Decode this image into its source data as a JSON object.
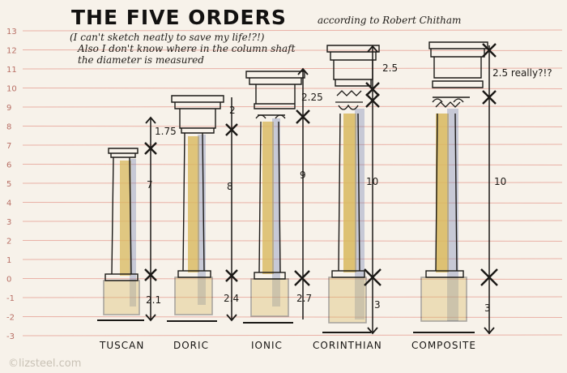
{
  "header": {
    "title": "THE FIVE ORDERS",
    "subtitle": "according to Robert Chitham",
    "note_line1": "(I can't sketch neatly to save my life!?!)",
    "note_line2": "Also I don't know where in the column shaft",
    "note_line3": "the diameter is measured"
  },
  "scale": {
    "labels": [
      "13",
      "12",
      "11",
      "10",
      "9",
      "8",
      "7",
      "6",
      "5",
      "4",
      "3",
      "2",
      "1",
      "0",
      "-1",
      "-2",
      "-3"
    ],
    "line_color": "#e7a69b"
  },
  "columns": [
    {
      "name": "TUSCAN",
      "dims": [
        "1.75",
        "7",
        "2.1"
      ]
    },
    {
      "name": "DORIC",
      "dims": [
        "2",
        "8",
        "2.4"
      ]
    },
    {
      "name": "IONIC",
      "dims": [
        "2.25",
        "9",
        "2.7"
      ]
    },
    {
      "name": "CORINTHIAN",
      "dims": [
        "2.5",
        "10",
        "3"
      ]
    },
    {
      "name": "COMPOSITE",
      "dims": [
        "2.5 really?!?",
        "10",
        "3"
      ]
    }
  ],
  "colors": {
    "ochre": "#d8b85e",
    "blue_wash": "#6e7fb3",
    "ink": "#1b1916",
    "paper": "#f7f2ea"
  },
  "watermark": "©lizsteel.com"
}
